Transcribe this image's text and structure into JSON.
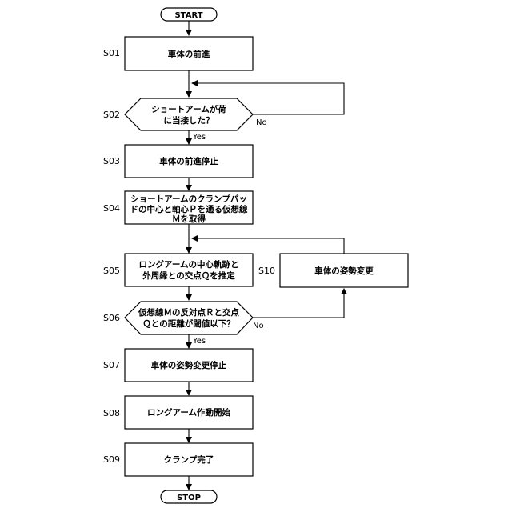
{
  "flowchart": {
    "start": "START",
    "stop": "STOP",
    "steps": [
      {
        "id": "S01",
        "type": "process",
        "lines": [
          "車体の前進"
        ]
      },
      {
        "id": "S02",
        "type": "decision",
        "lines": [
          "ショートアームが荷",
          "に当接した？"
        ]
      },
      {
        "id": "S03",
        "type": "process",
        "lines": [
          "車体の前進停止"
        ]
      },
      {
        "id": "S04",
        "type": "process",
        "lines": [
          "ショートアームのクランプパッ",
          "ドの中心と軸心Ｐを通る仮想線",
          "Ｍを取得"
        ]
      },
      {
        "id": "S05",
        "type": "process",
        "lines": [
          "ロングアームの中心軌跡と",
          "外周縁との交点Ｑを推定"
        ]
      },
      {
        "id": "S06",
        "type": "decision",
        "lines": [
          "仮想線Ｍの反対点Ｒと交点",
          "Ｑとの距離が閾値以下？"
        ]
      },
      {
        "id": "S07",
        "type": "process",
        "lines": [
          "車体の姿勢変更停止"
        ]
      },
      {
        "id": "S08",
        "type": "process",
        "lines": [
          "ロングアーム作動開始"
        ]
      },
      {
        "id": "S09",
        "type": "process",
        "lines": [
          "クランプ完了"
        ]
      },
      {
        "id": "S10",
        "type": "process",
        "lines": [
          "車体の姿勢変更"
        ]
      }
    ],
    "branches": {
      "S02_yes": "Yes",
      "S02_no": "No",
      "S06_yes": "Yes",
      "S06_no": "No"
    }
  }
}
